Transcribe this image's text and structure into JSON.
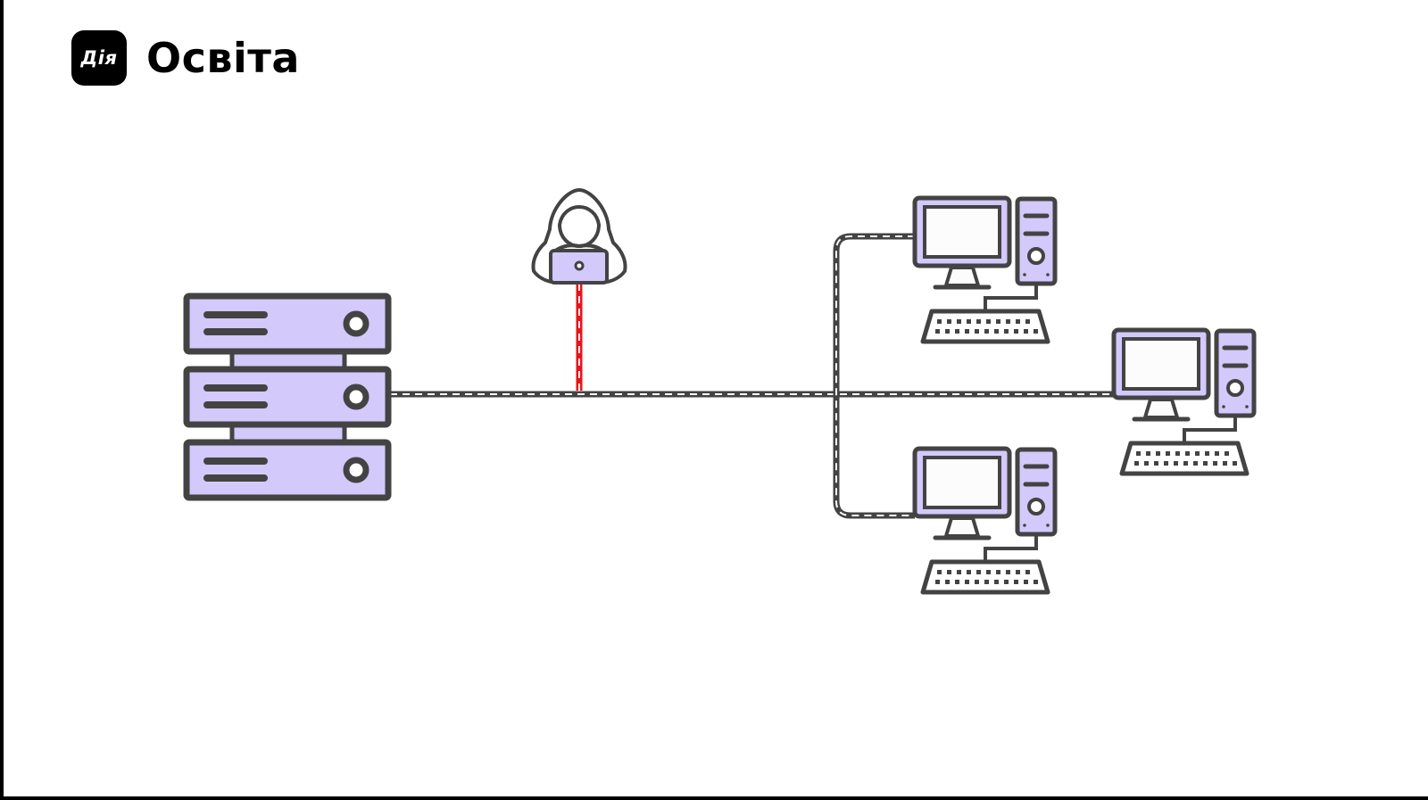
{
  "brand": {
    "badge_text": "Дія",
    "title": "Освіта"
  },
  "colors": {
    "fill": "#d3c9fb",
    "stroke": "#434343",
    "screen": "#fcfcfc",
    "attack_line": "#e8141b",
    "background": "#ffffff",
    "badge": "#000000"
  },
  "diagram": {
    "nodes": [
      "server-rack-icon",
      "hacker-icon",
      "computer-icon",
      "computer-icon",
      "computer-icon"
    ],
    "connections": [
      "network-cable",
      "network-cable-branch-top",
      "network-cable-branch-bottom",
      "attack-line"
    ]
  }
}
